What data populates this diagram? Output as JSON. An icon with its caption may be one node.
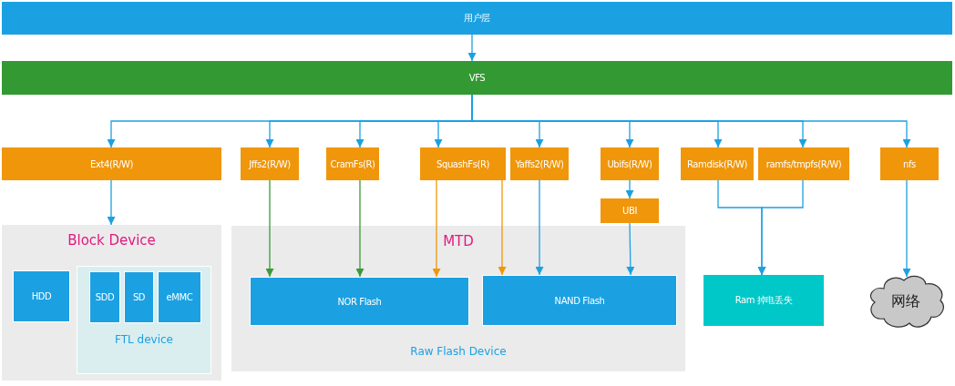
{
  "diagram": {
    "nodes": [
      {
        "text": [
          "用户层"
        ]
      },
      {
        "text": [
          "VFS"
        ]
      },
      {
        "text": [
          "Ext4(R/W)"
        ]
      },
      {
        "text": [
          "Jffs2(R/W)"
        ]
      },
      {
        "text": [
          "CramFs(R)"
        ]
      },
      {
        "text": [
          "SquashFs(R)"
        ]
      },
      {
        "text": [
          "Yaffs2(R/W)"
        ]
      },
      {
        "text": [
          "Ubifs(R/W)"
        ]
      },
      {
        "text": [
          "Ramdisk(R/W)"
        ]
      },
      {
        "text": [
          "ramfs/tmpfs(R/W)"
        ]
      },
      {
        "text": [
          "nfs"
        ]
      },
      {
        "text": [
          "UBI"
        ]
      },
      {
        "text": [
          "Block Device"
        ]
      },
      {
        "text": [
          "HDD"
        ],
        "in": 12
      },
      {
        "text": [
          "FTL device"
        ],
        "in": 12
      },
      {
        "text": [
          "SDD"
        ],
        "in": 14
      },
      {
        "text": [
          "SD"
        ],
        "in": 14
      },
      {
        "text": [
          "eMMC"
        ],
        "in": 14
      },
      {
        "text": [
          "MTD",
          "Raw Flash Device"
        ]
      },
      {
        "text": [
          "NOR Flash"
        ],
        "in": 18
      },
      {
        "text": [
          "NAND Flash"
        ],
        "in": 18
      },
      {
        "text": [
          "Ram 掉电丢失"
        ]
      },
      {
        "text": [
          "网络"
        ]
      }
    ],
    "edges": [
      {
        "from": 0,
        "to": 1,
        "arrow": "to"
      },
      {
        "from": 1,
        "to": 2,
        "arrow": "to"
      },
      {
        "from": 1,
        "to": 3,
        "arrow": "to"
      },
      {
        "from": 1,
        "to": 4,
        "arrow": "to"
      },
      {
        "from": 1,
        "to": 5,
        "arrow": "to"
      },
      {
        "from": 1,
        "to": 6,
        "arrow": "to"
      },
      {
        "from": 1,
        "to": 7,
        "arrow": "to"
      },
      {
        "from": 1,
        "to": 8,
        "arrow": "to"
      },
      {
        "from": 1,
        "to": 9,
        "arrow": "to"
      },
      {
        "from": 1,
        "to": 10,
        "arrow": "to"
      },
      {
        "from": 2,
        "to": 12,
        "arrow": "to"
      },
      {
        "from": 3,
        "to": 19,
        "arrow": "to",
        "color": "#3a9a3a"
      },
      {
        "from": 4,
        "to": 19,
        "arrow": "to",
        "color": "#3a9a3a"
      },
      {
        "from": 5,
        "to": 19,
        "arrow": "to",
        "color": "#f0960a"
      },
      {
        "from": 5,
        "to": 20,
        "arrow": "to",
        "color": "#f0960a"
      },
      {
        "from": 6,
        "to": 20,
        "arrow": "to"
      },
      {
        "from": 7,
        "to": 11,
        "arrow": "to"
      },
      {
        "from": 11,
        "to": 20,
        "arrow": "to"
      },
      {
        "from": 8,
        "to": 21,
        "arrow": "to"
      },
      {
        "from": 9,
        "to": 21,
        "arrow": "to"
      },
      {
        "from": 10,
        "to": 22,
        "arrow": "to"
      }
    ]
  }
}
